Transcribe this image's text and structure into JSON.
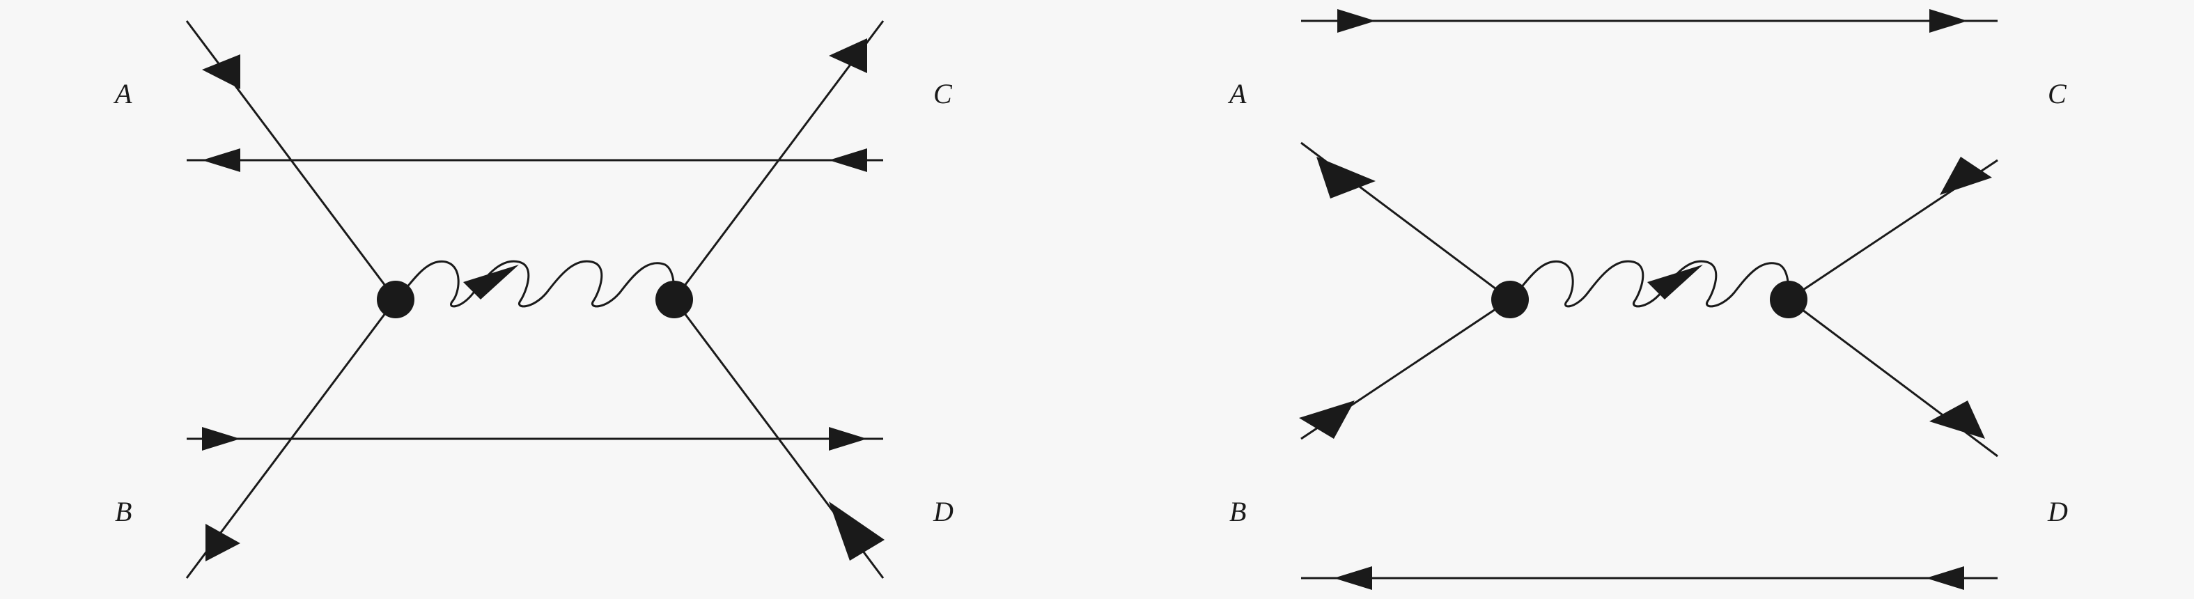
{
  "diagrams": [
    {
      "labels": {
        "a": "A",
        "b": "B",
        "c": "C",
        "d": "D"
      }
    },
    {
      "labels": {
        "a": "A",
        "b": "B",
        "c": "C",
        "d": "D"
      }
    }
  ],
  "colors": {
    "ink": "#1a1a1a",
    "background": "#f7f7f7"
  }
}
